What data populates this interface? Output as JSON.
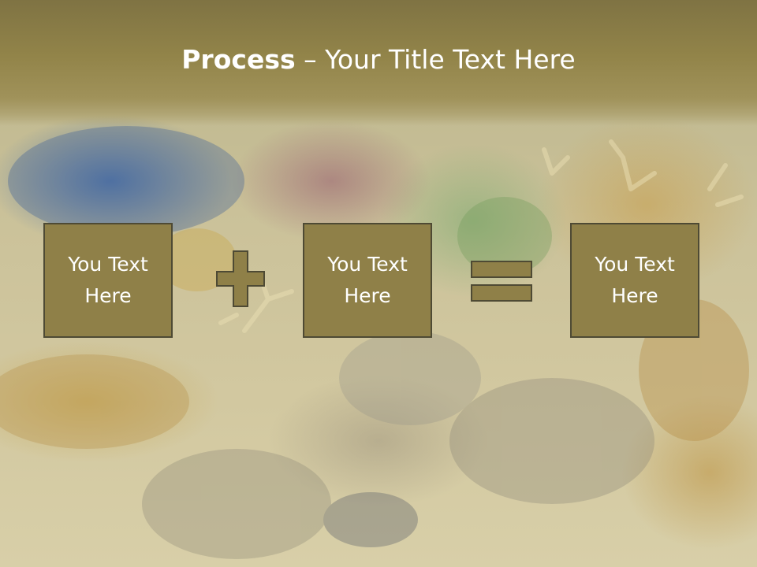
{
  "slide": {
    "title_strong": "Process",
    "title_rest": " – Your Title Text Here",
    "colors": {
      "box_fill": "#8f8048",
      "box_border": "#4e4a34",
      "header_band": "#8e8149",
      "text": "#ffffff"
    },
    "boxes": [
      {
        "label": "You Text Here"
      },
      {
        "label": "You Text Here"
      },
      {
        "label": "You Text Here"
      }
    ],
    "operators": [
      "plus-icon",
      "equals-icon"
    ]
  }
}
